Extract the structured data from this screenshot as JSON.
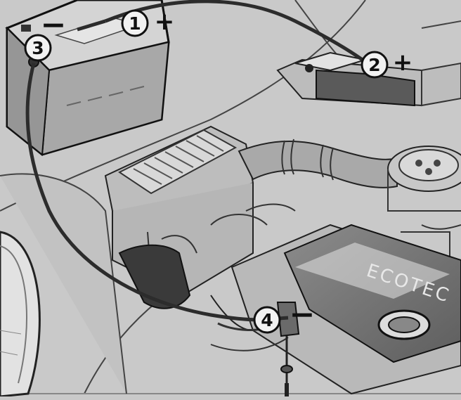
{
  "callouts": [
    {
      "number": "1",
      "sign": "+"
    },
    {
      "number": "2",
      "sign": "+"
    },
    {
      "number": "3",
      "sign": "−"
    },
    {
      "number": "4",
      "sign": "−"
    }
  ],
  "engine_cover_text": "ECOTEC",
  "colors": {
    "background": "#c9c9c9",
    "line": "#2a2a2a",
    "cable": "#333333",
    "highlight": "#e6e6e6",
    "shade": "#9a9a9a"
  }
}
